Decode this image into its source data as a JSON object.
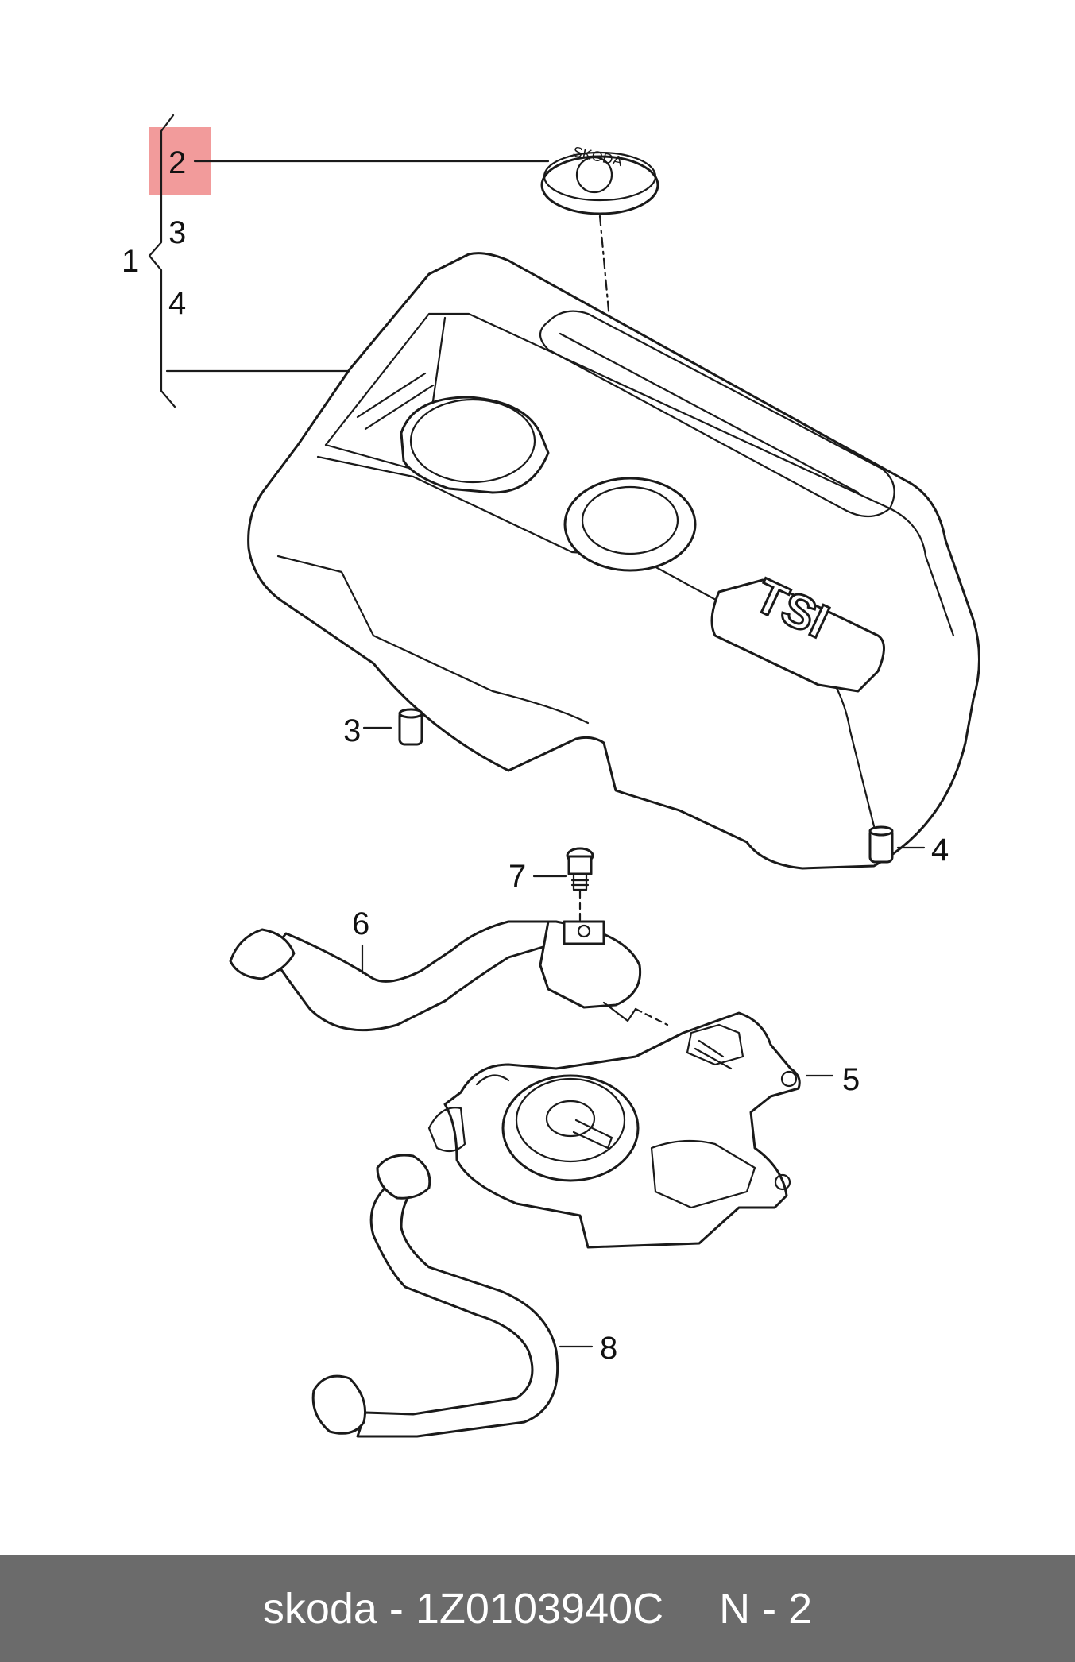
{
  "diagram": {
    "callouts": {
      "c1": "1",
      "c2_group": "2",
      "c3_group": "3",
      "c4_group": "4",
      "c3": "3",
      "c4": "4",
      "c5": "5",
      "c6": "6",
      "c7": "7",
      "c8": "8"
    },
    "cover_badge": "TSI",
    "cap_text": "SKODA",
    "highlight_color": "#f08a8a"
  },
  "footer": {
    "part_code": "skoda - 1Z0103940C",
    "page_ref": "N - 2"
  }
}
